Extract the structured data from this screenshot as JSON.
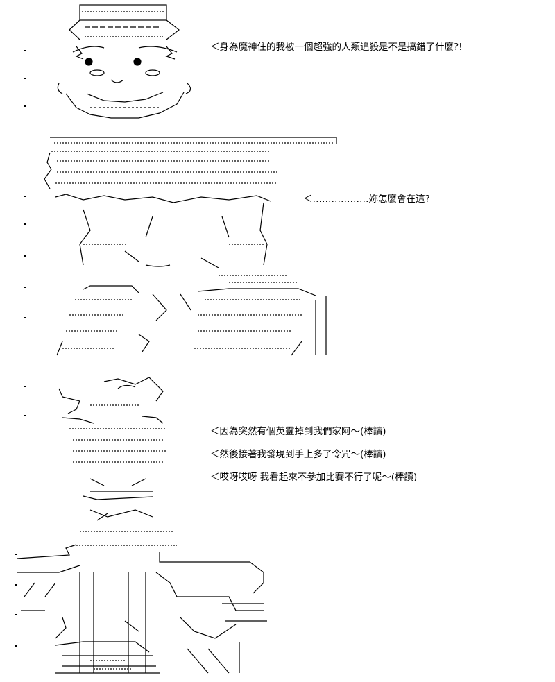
{
  "dialogue": {
    "line_1": "＜身為魔神住的我被一個超強的人類追殺是不是搞錯了什麼?!",
    "line_2": "＜………………妳怎麼會在這?",
    "line_3": "＜因為突然有個英靈掉到我們家阿～(棒讀)",
    "line_4": "＜然後接著我發現到手上多了令咒～(棒讀)",
    "line_5": "＜哎呀哎呀 我看起來不參加比賽不行了呢～(棒讀)"
  },
  "colors": {
    "background": "#ffffff",
    "ink": "#000000"
  }
}
